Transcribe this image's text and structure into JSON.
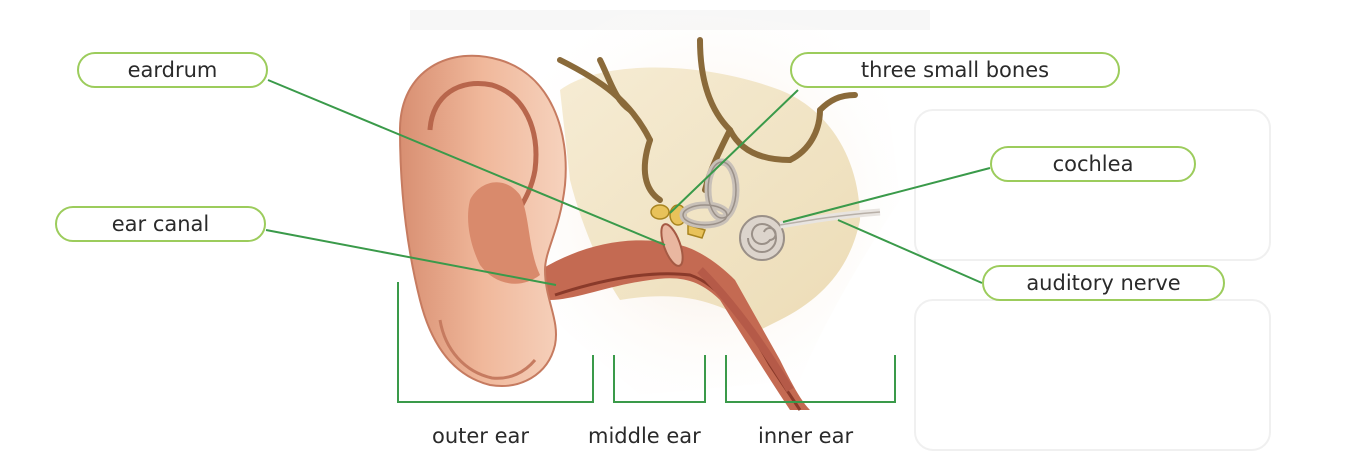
{
  "diagram": {
    "labels": {
      "eardrum": "eardrum",
      "ear_canal": "ear canal",
      "three_small_bones": "three small bones",
      "cochlea": "cochlea",
      "auditory_nerve": "auditory nerve"
    },
    "sections": {
      "outer_ear": "outer ear",
      "middle_ear": "middle ear",
      "inner_ear": "inner ear"
    },
    "colors": {
      "leader_line": "#3a9a4a",
      "label_border": "#9ccc5c",
      "bracket": "#3a9a4a",
      "skin": "#e6a98a",
      "bone": "#f1e4c4"
    }
  }
}
